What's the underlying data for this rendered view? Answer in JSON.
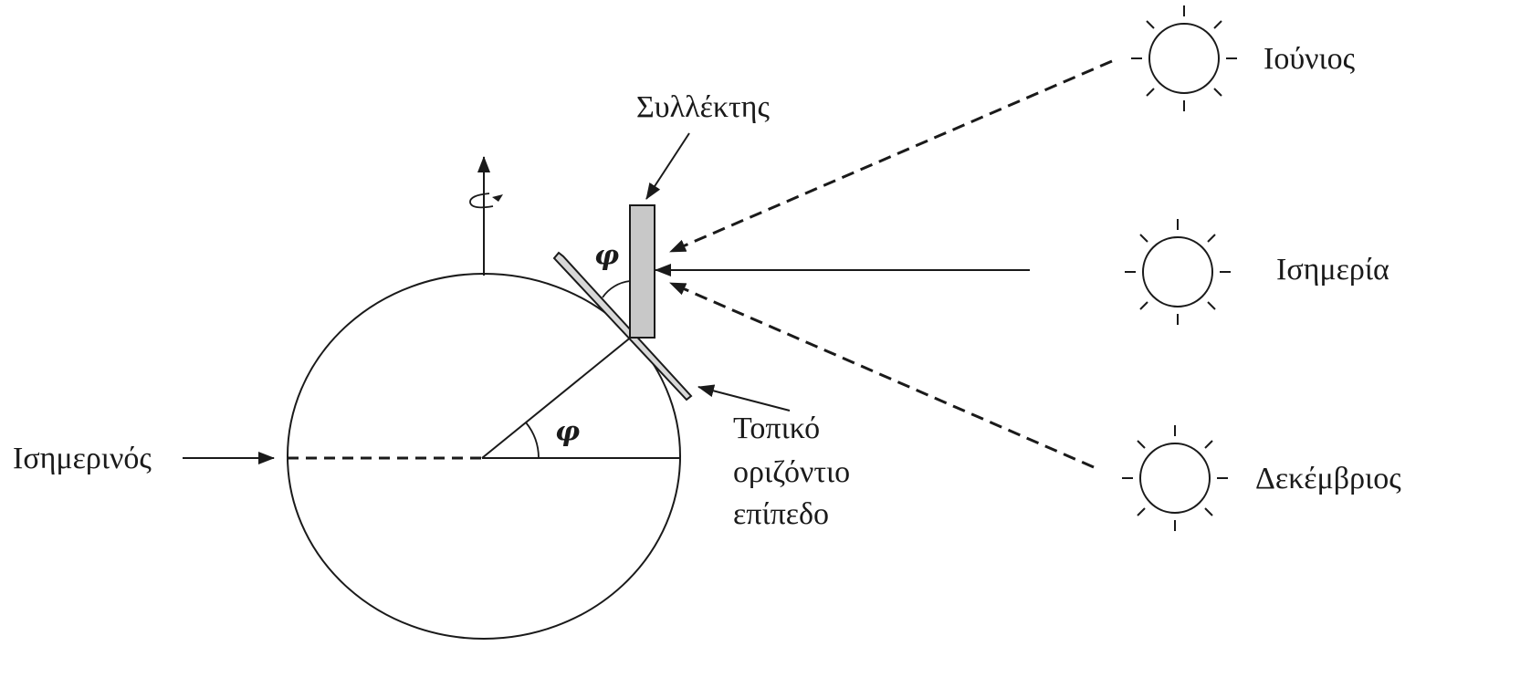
{
  "labels": {
    "collector": "Συλλέκτης",
    "equator": "Ισημερινός",
    "local_plane_1": "Τοπικό",
    "local_plane_2": "οριζόντιο",
    "local_plane_3": "επίπεδο",
    "june": "Ιούνιος",
    "equinox": "Ισημερία",
    "december": "Δεκέμβριος",
    "phi_top": "φ",
    "phi_center": "φ"
  },
  "colors": {
    "ink": "#1a1a1a",
    "collector_fill": "#c8c8c8"
  },
  "icons": [
    "sun-icon",
    "rotation-arrow-icon",
    "arrow-icon"
  ]
}
